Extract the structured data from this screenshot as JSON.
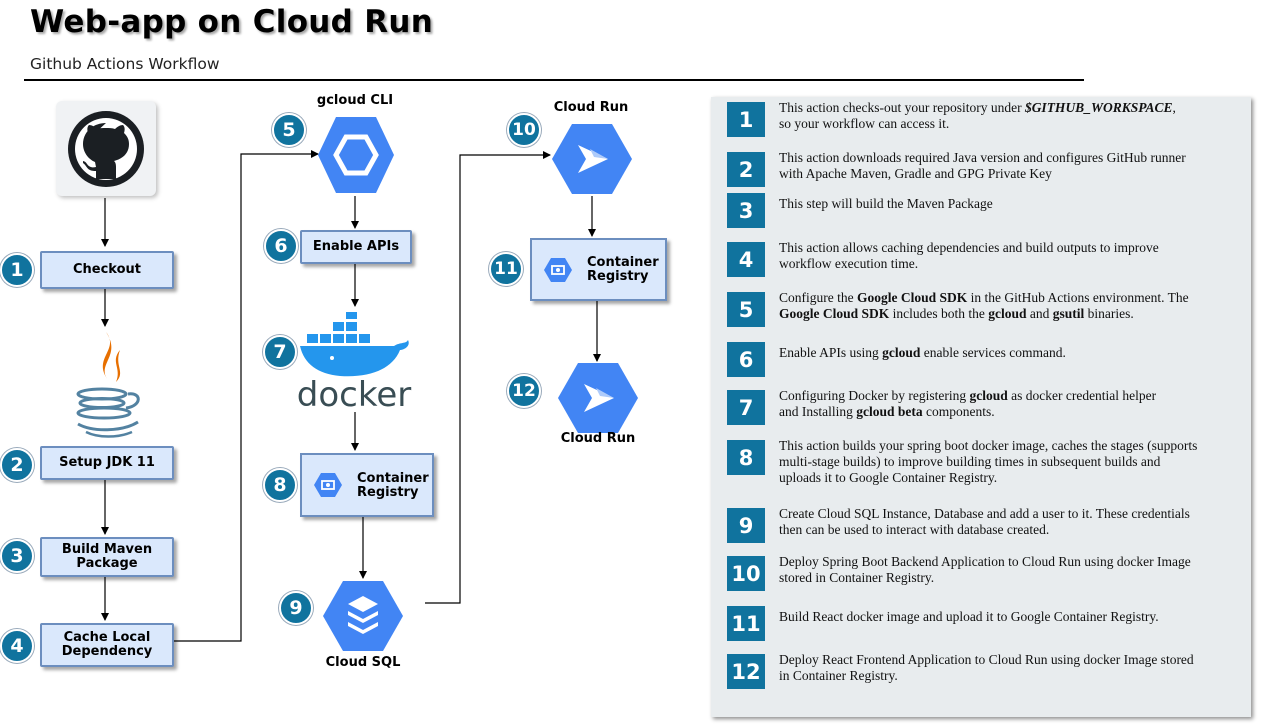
{
  "header": {
    "title": "Web-app on Cloud Run",
    "subtitle": "Github Actions Workflow"
  },
  "flow": {
    "checkout": "Checkout",
    "setup_jdk": "Setup JDK 11",
    "build_maven": [
      "Build Maven",
      "Package"
    ],
    "cache_local": [
      "Cache Local",
      "Dependency"
    ],
    "gcloud_cli": "gcloud CLI",
    "enable_apis": "Enable APIs",
    "docker_wordmark": "docker",
    "container_registry": [
      "Container",
      "Registry"
    ],
    "cloud_sql": "Cloud SQL",
    "cloud_run_top": "Cloud Run",
    "cloud_run_bottom": "Cloud Run"
  },
  "badges": [
    "1",
    "2",
    "3",
    "4",
    "5",
    "6",
    "7",
    "8",
    "9",
    "10",
    "11",
    "12"
  ],
  "colors": {
    "badge": "#10739e",
    "box_fill": "#dae8fc",
    "box_border": "#6c8ebf",
    "gcp_blue": "#4285f4",
    "legend_bg": "#e8ecee"
  },
  "legend": [
    {
      "num": "1",
      "lines": [
        "This action checks-out your repository under $GITHUB_WORKSPACE,",
        "so your workflow can access it."
      ]
    },
    {
      "num": "2",
      "lines": [
        "This action downloads required Java version and configures GitHub runner",
        "with Apache Maven, Gradle and GPG Private Key"
      ]
    },
    {
      "num": "3",
      "lines": [
        "This step will build the Maven Package"
      ]
    },
    {
      "num": "4",
      "lines": [
        "This action allows caching dependencies and build outputs to improve",
        "workflow execution time."
      ]
    },
    {
      "num": "5",
      "lines": [
        "Configure the Google Cloud SDK in the GitHub Actions environment. The",
        "Google Cloud SDK includes both the gcloud and gsutil binaries."
      ]
    },
    {
      "num": "6",
      "lines": [
        "Enable APIs using gcloud enable services command."
      ]
    },
    {
      "num": "7",
      "lines": [
        "Configuring Docker by registering gcloud as docker credential helper",
        "and Installing gcloud beta components."
      ]
    },
    {
      "num": "8",
      "lines": [
        "This action builds your spring boot docker image, caches the stages (supports",
        "multi-stage builds) to improve building times in subsequent builds and",
        "uploads it to Google Container Registry."
      ]
    },
    {
      "num": "9",
      "lines": [
        "Create Cloud SQL Instance, Database and add a user to it. These credentials",
        "then can be used to interact with database created."
      ]
    },
    {
      "num": "10",
      "lines": [
        "Deploy Spring Boot Backend Application to Cloud Run using docker Image",
        "stored in Container Registry."
      ]
    },
    {
      "num": "11",
      "lines": [
        "Build React docker image and upload it to Google Container Registry."
      ]
    },
    {
      "num": "12",
      "lines": [
        "Deploy React Frontend Application to Cloud Run using docker Image stored",
        "in Container Registry."
      ]
    }
  ]
}
